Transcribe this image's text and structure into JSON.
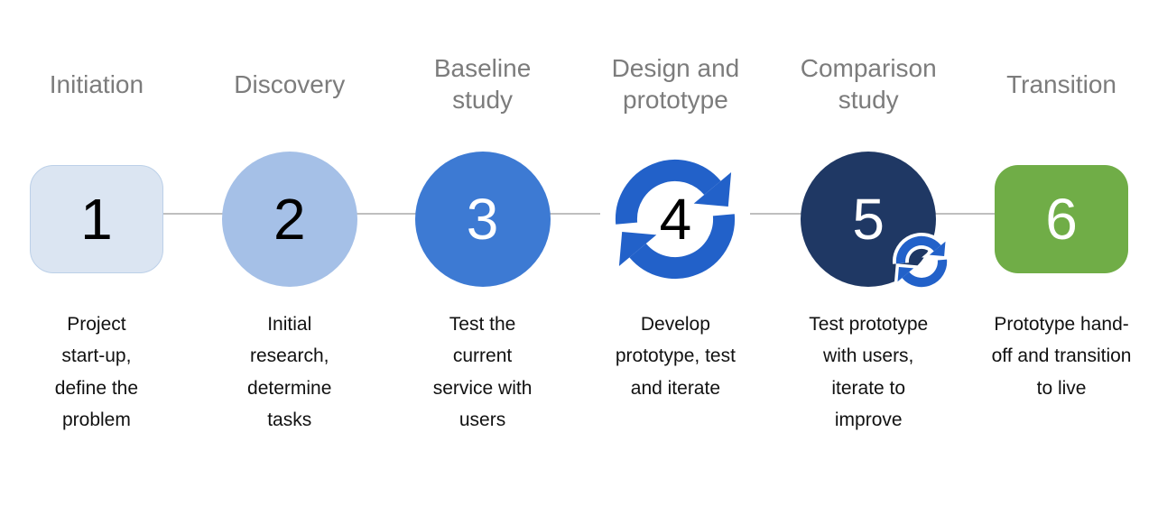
{
  "steps": [
    {
      "number": "1",
      "title": "Initiation",
      "description": "Project start-up, define the problem",
      "shape": "rounded-square",
      "fill": "#dbe5f2",
      "border": "#bcd0e8",
      "number_color": "#000000"
    },
    {
      "number": "2",
      "title": "Discovery",
      "description": "Initial research, determine tasks",
      "shape": "circle",
      "fill": "#a5c0e7",
      "number_color": "#000000"
    },
    {
      "number": "3",
      "title": "Baseline study",
      "description": "Test the current service with users",
      "shape": "circle",
      "fill": "#3d7ad3",
      "number_color": "#ffffff"
    },
    {
      "number": "4",
      "title": "Design and prototype",
      "description": "Develop prototype, test and iterate",
      "shape": "cycle-arrows",
      "fill": "#2261c9",
      "number_color": "#000000"
    },
    {
      "number": "5",
      "title": "Comparison study",
      "description": "Test prototype with users, iterate to improve",
      "shape": "circle-with-cycle-arrows",
      "fill": "#1f3864",
      "accent": "#2261c9",
      "number_color": "#ffffff"
    },
    {
      "number": "6",
      "title": "Transition",
      "description": "Prototype hand-off and transition to live",
      "shape": "rounded-square",
      "fill": "#70ad47",
      "number_color": "#ffffff"
    }
  ],
  "connector": {
    "color": "#bfbfbf"
  },
  "text_colors": {
    "title": "#7c7c7c",
    "description": "#111111"
  }
}
